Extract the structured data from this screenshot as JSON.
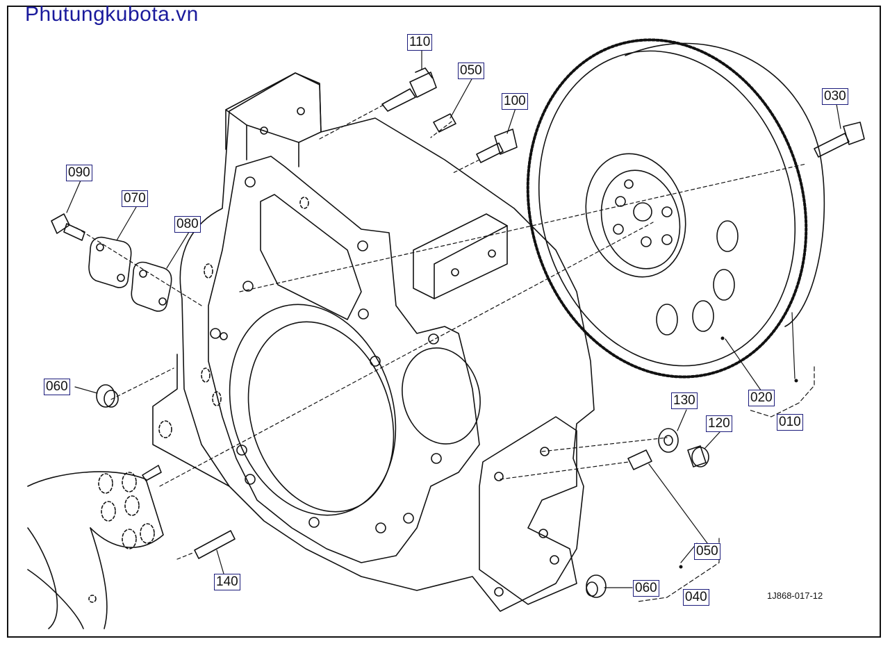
{
  "site": {
    "name": "Phutungkubota.vn"
  },
  "diagram": {
    "code": "1J868-017-12",
    "labels": {
      "p110": "110",
      "p050a": "050",
      "p100": "100",
      "p030": "030",
      "p090": "090",
      "p070": "070",
      "p080": "080",
      "p060a": "060",
      "p020": "020",
      "p010": "010",
      "p130": "130",
      "p120": "120",
      "p050b": "050",
      "p140": "140",
      "p060b": "060",
      "p040": "040"
    }
  },
  "colors": {
    "site_name": "#1a1a9c",
    "line": "#111111",
    "label_border": "#1a1a7a"
  }
}
